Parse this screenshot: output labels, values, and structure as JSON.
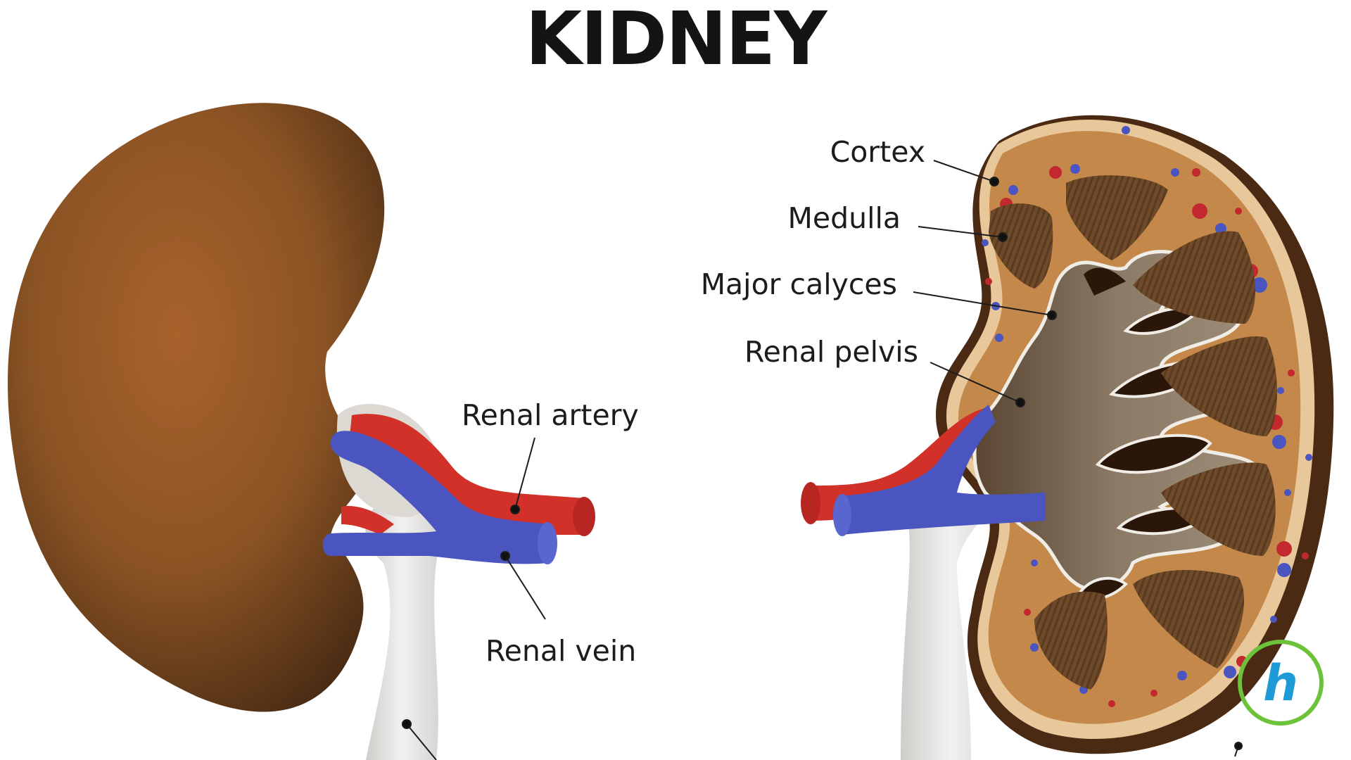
{
  "title": "KIDNEY",
  "labels": {
    "cortex": "Cortex",
    "medulla": "Medulla",
    "major_calyces": "Major calyces",
    "renal_pelvis": "Renal pelvis",
    "renal_artery": "Renal artery",
    "renal_vein": "Renal vein"
  },
  "icons": {
    "watermark": "watermark-logo-icon"
  },
  "colors": {
    "kidney_exterior": "#9a5a28",
    "cortex": "#c4894a",
    "capsule": "#e8c89a",
    "outer_edge": "#4a2a12",
    "medulla_pyramid": "#6e4a2a",
    "pelvis": "#8a7a66",
    "artery": "#d2312a",
    "vein": "#4a55c0",
    "ureter": "#e6e4e2",
    "watermark_ring": "#6cc23a",
    "watermark_glyph": "#1e9ad6"
  }
}
